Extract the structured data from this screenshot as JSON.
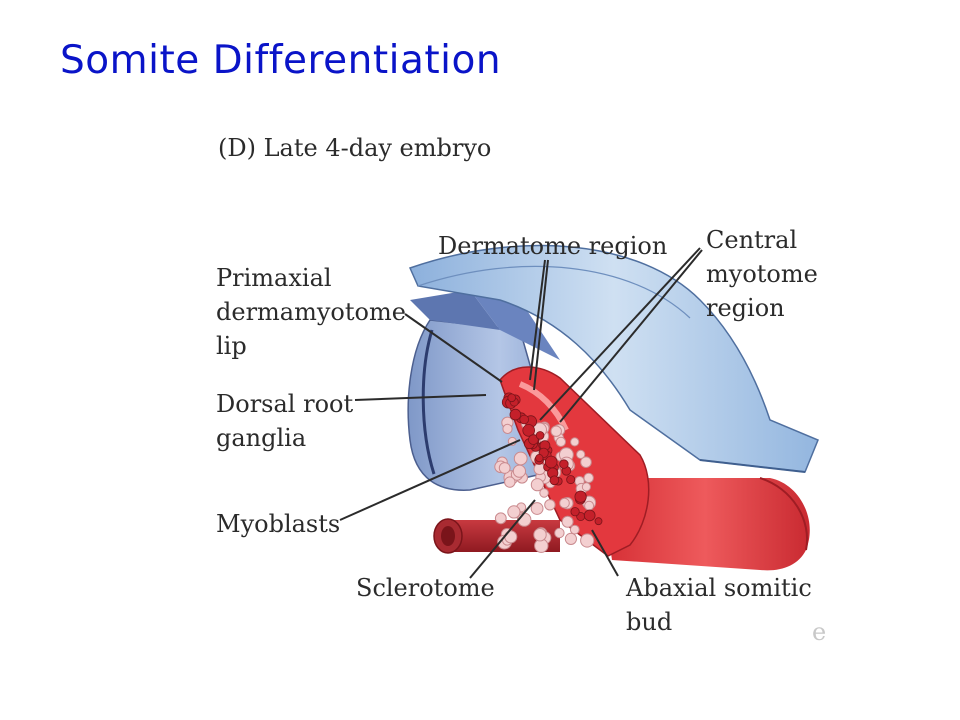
{
  "slide": {
    "title": "Somite Differentiation"
  },
  "figure": {
    "panel_title": "(D)  Late 4-day embryo",
    "labels": {
      "dermatome_region": "Dermatome region",
      "central_myotome": [
        "Central",
        "myotome",
        "region"
      ],
      "primaxial_lip": [
        "Primaxial",
        "dermamyotome",
        "lip"
      ],
      "dorsal_root_ganglia": [
        "Dorsal root",
        "ganglia"
      ],
      "myoblasts": "Myoblasts",
      "sclerotome": "Sclerotome",
      "abaxial_bud": [
        "Abaxial somitic",
        "bud"
      ],
      "cropped_fragment": "e"
    },
    "colors": {
      "title_blue": "#0a14c8",
      "dermatome_blue": "#9ec0e4",
      "neural_tube_blue": "#8ea8d4",
      "myotome_red": "#e0363c",
      "notochord_red": "#b8232b",
      "sclerotome_pink": "#f3cfd0",
      "myoblast_red": "#c4202a"
    }
  }
}
